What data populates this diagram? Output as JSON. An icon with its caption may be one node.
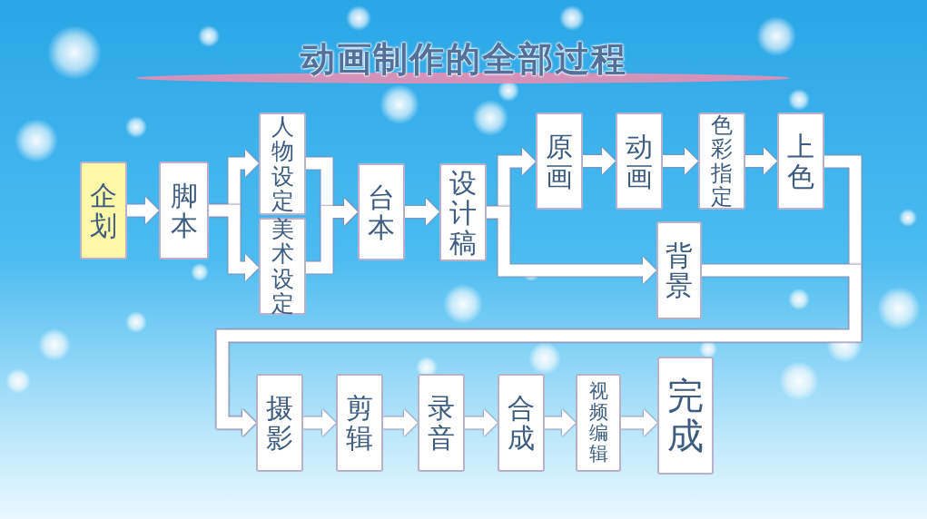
{
  "diagram": {
    "title": "动画制作的全部过程",
    "nodes": [
      {
        "text": [
          "企划"
        ]
      },
      {
        "text": [
          "脚本"
        ]
      },
      {
        "text": [
          "人物设定"
        ]
      },
      {
        "text": [
          "美术设定"
        ]
      },
      {
        "text": [
          "台本"
        ]
      },
      {
        "text": [
          "设计稿"
        ]
      },
      {
        "text": [
          "原画"
        ]
      },
      {
        "text": [
          "动画"
        ]
      },
      {
        "text": [
          "色彩指定"
        ]
      },
      {
        "text": [
          "上色"
        ]
      },
      {
        "text": [
          "背景"
        ]
      },
      {
        "text": [
          "摄影"
        ]
      },
      {
        "text": [
          "剪辑"
        ]
      },
      {
        "text": [
          "录音"
        ]
      },
      {
        "text": [
          "合成"
        ]
      },
      {
        "text": [
          "视频编辑"
        ]
      },
      {
        "text": [
          "完成"
        ]
      }
    ],
    "edges": [
      {
        "from": 0,
        "to": 1,
        "arrow": "to"
      },
      {
        "from": 1,
        "to": 2,
        "arrow": "to"
      },
      {
        "from": 1,
        "to": 3,
        "arrow": "to"
      },
      {
        "from": 2,
        "to": 4,
        "arrow": "to"
      },
      {
        "from": 3,
        "to": 4,
        "arrow": "to"
      },
      {
        "from": 4,
        "to": 5,
        "arrow": "to"
      },
      {
        "from": 5,
        "to": 6,
        "arrow": "to"
      },
      {
        "from": 5,
        "to": 10,
        "arrow": "to"
      },
      {
        "from": 6,
        "to": 7,
        "arrow": "to"
      },
      {
        "from": 7,
        "to": 8,
        "arrow": "to"
      },
      {
        "from": 8,
        "to": 9,
        "arrow": "to"
      },
      {
        "from": 9,
        "to": 11,
        "arrow": "to"
      },
      {
        "from": 10,
        "to": 11,
        "arrow": "to"
      },
      {
        "from": 11,
        "to": 12,
        "arrow": "to"
      },
      {
        "from": 12,
        "to": 13,
        "arrow": "to"
      },
      {
        "from": 13,
        "to": 14,
        "arrow": "to"
      },
      {
        "from": 14,
        "to": 15,
        "arrow": "to"
      },
      {
        "from": 15,
        "to": 16,
        "arrow": "to"
      }
    ]
  }
}
